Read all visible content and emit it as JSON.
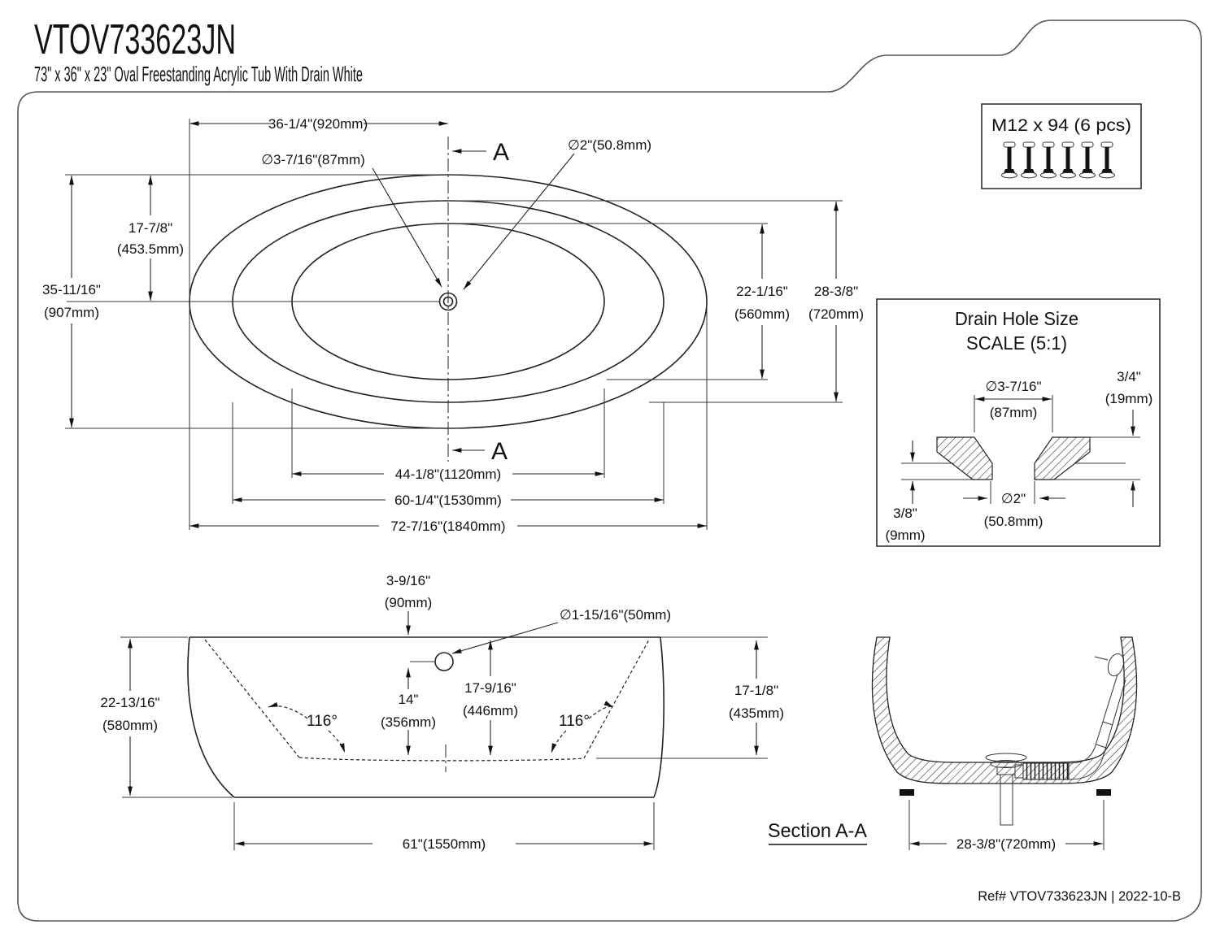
{
  "title": {
    "model": "VTOV733623JN",
    "subtitle": "73\" x 36\" x 23\" Oval Freestanding Acrylic Tub With Drain White"
  },
  "hardware": {
    "label": "M12 x 94 (6 pcs)"
  },
  "top_view": {
    "half_width": "36-1/4\"(920mm)",
    "drain_dia": "∅3-7/16\"(87mm)",
    "drain_dia2": "∅2\"(50.8mm)",
    "marker_a_top": "A",
    "marker_a_bottom": "A",
    "half_len_in": "17-7/8\"",
    "half_len_mm": "(453.5mm)",
    "len_in": "35-11/16\"",
    "len_mm": "(907mm)",
    "inner_len_in": "22-1/16\"",
    "inner_len_mm": "(560mm)",
    "mid_len_in": "28-3/8\"",
    "mid_len_mm": "(720mm)",
    "inner_width": "44-1/8\"(1120mm)",
    "mid_width": "60-1/4\"(1530mm)",
    "width": "72-7/16\"(1840mm)"
  },
  "drain_detail": {
    "title": "Drain Hole Size",
    "scale": "SCALE (5:1)",
    "top_in": "∅3-7/16\"",
    "top_mm": "(87mm)",
    "right_in": "3/4\"",
    "right_mm": "(19mm)",
    "left_in": "3/8\"",
    "left_mm": "(9mm)",
    "hole_in": "∅2\"",
    "hole_mm": "(50.8mm)"
  },
  "front_view": {
    "height_in": "22-13/16\"",
    "height_mm": "(580mm)",
    "overflow_top_in": "3-9/16\"",
    "overflow_top_mm": "(90mm)",
    "overflow_dia": "∅1-15/16\"(50mm)",
    "angle_left": "116°",
    "angle_right": "116°",
    "overflow_h_in": "14\"",
    "overflow_h_mm": "(356mm)",
    "depth_in": "17-9/16\"",
    "depth_mm": "(446mm)",
    "depth_right_in": "17-1/8\"",
    "depth_right_mm": "(435mm)",
    "base_width": "61\"(1550mm)"
  },
  "section_view": {
    "label": "Section A-A",
    "base_width": "28-3/8\"(720mm)"
  },
  "footer": {
    "ref": "Ref# VTOV733623JN | 2022-10-B"
  }
}
